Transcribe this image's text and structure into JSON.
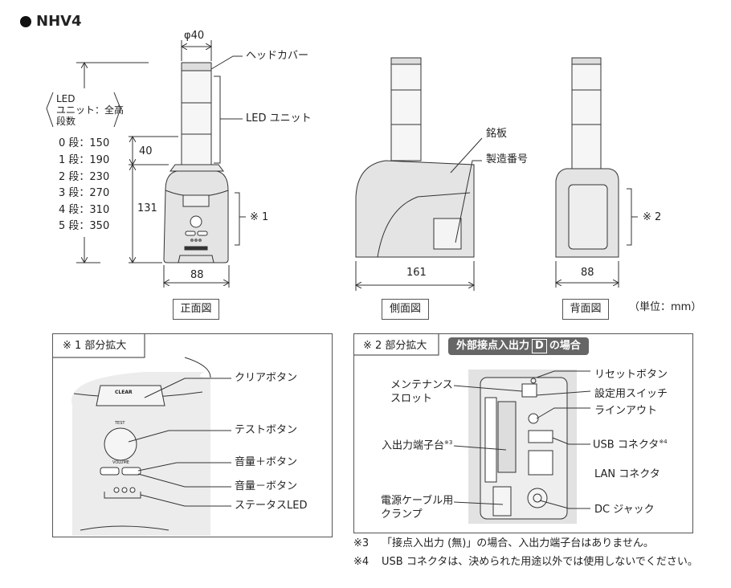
{
  "title": "NHV4",
  "front": {
    "diameter": "φ40",
    "head_cover": "ヘッドカバー",
    "led_unit": "LED ユニット",
    "height_header": [
      "LED",
      "ユニット：全高",
      "段数"
    ],
    "heights": [
      "0 段：150",
      "1 段：190",
      "2 段：230",
      "3 段：270",
      "4 段：310",
      "5 段：350"
    ],
    "dim_40": "40",
    "dim_131": "131",
    "width": "88",
    "note1": "※ 1",
    "view_label": "正面図"
  },
  "side": {
    "nameplate": "銘板",
    "serial": "製造番号",
    "width": "161",
    "view_label": "側面図"
  },
  "rear": {
    "note2": "※ 2",
    "width": "88",
    "view_label": "背面図"
  },
  "unit": "（単位：mm）",
  "detail1": {
    "header": "※ 1 部分拡大",
    "labels": [
      "クリアボタン",
      "テストボタン",
      "音量＋ボタン",
      "音量－ボタン",
      "ステータスLED"
    ],
    "clear_text": "CLEAR",
    "test_text": "TEST",
    "volume_text": "VOLUME"
  },
  "detail2": {
    "header": "※ 2 部分拡大",
    "pill_pre": "外部接点入出力",
    "pill_mark": "D",
    "pill_post": "の場合",
    "left_labels": {
      "maintenance": [
        "メンテナンス",
        "スロット"
      ],
      "terminal": "入出力端子台",
      "terminal_note": "※3",
      "clamp": [
        "電源ケーブル用",
        "クランプ"
      ]
    },
    "right_labels": {
      "reset": "リセットボタン",
      "switch": "設定用スイッチ",
      "line_out": "ラインアウト",
      "usb": "USB コネクタ",
      "usb_note": "※4",
      "lan": "LAN コネクタ",
      "dc": "DC ジャック"
    }
  },
  "notes": [
    {
      "mark": "※3",
      "text": "「接点入出力 (無)」の場合、入出力端子台はありません。"
    },
    {
      "mark": "※4",
      "text": "USB コネクタは、決められた用途以外では使用しないでください。"
    }
  ]
}
